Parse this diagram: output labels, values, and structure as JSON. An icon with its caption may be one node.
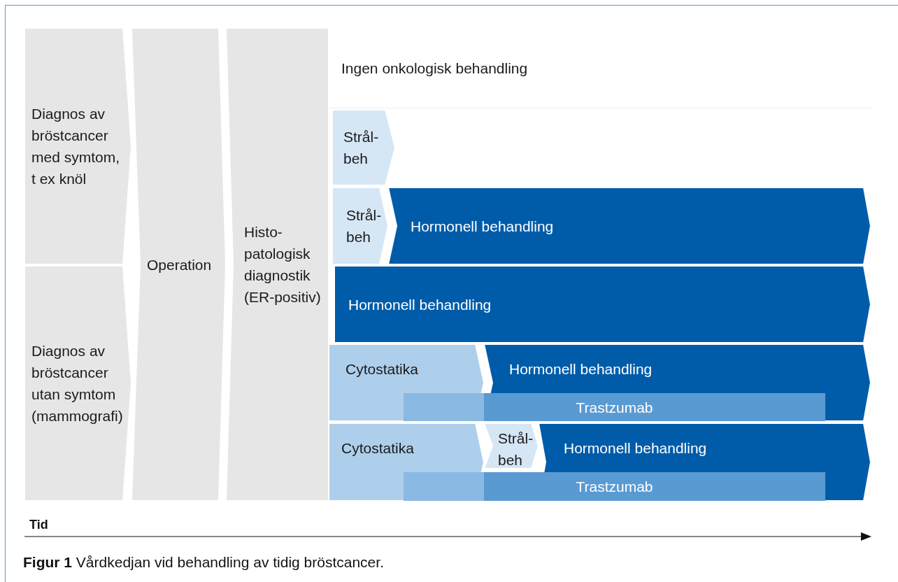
{
  "diagram": {
    "caption": "**Figur 1** Vårdkedjan vid behandling av tidig bröstcancer.",
    "nodes": [
      {
        "text": [
          "Diagnos av bröstcancer med symtom, t ex knöl"
        ]
      },
      {
        "text": [
          "Diagnos av bröstcancer utan symtom (mammografi)"
        ]
      },
      {
        "text": [
          "Operation"
        ]
      },
      {
        "text": [
          "Histo- patologisk diagnostik (ER-positiv)"
        ]
      },
      {
        "text": [
          "Ingen onkologisk behandling"
        ]
      },
      {
        "text": [
          "Strål- beh"
        ]
      },
      {
        "text": [
          "Strål- beh"
        ]
      },
      {
        "text": [
          "Hormonell behandling"
        ]
      },
      {
        "text": [
          "Hormonell behandling"
        ]
      },
      {
        "text": [
          "Cytostatika"
        ]
      },
      {
        "text": [
          "Hormonell behandling"
        ]
      },
      {
        "text": [
          "Trastzumab"
        ]
      },
      {
        "text": [
          "Cytostatika"
        ]
      },
      {
        "text": [
          "Strål- beh"
        ]
      },
      {
        "text": [
          "Hormonell behandling"
        ]
      },
      {
        "text": [
          "Trastzumab"
        ]
      }
    ],
    "labels": [
      "Tid"
    ]
  }
}
